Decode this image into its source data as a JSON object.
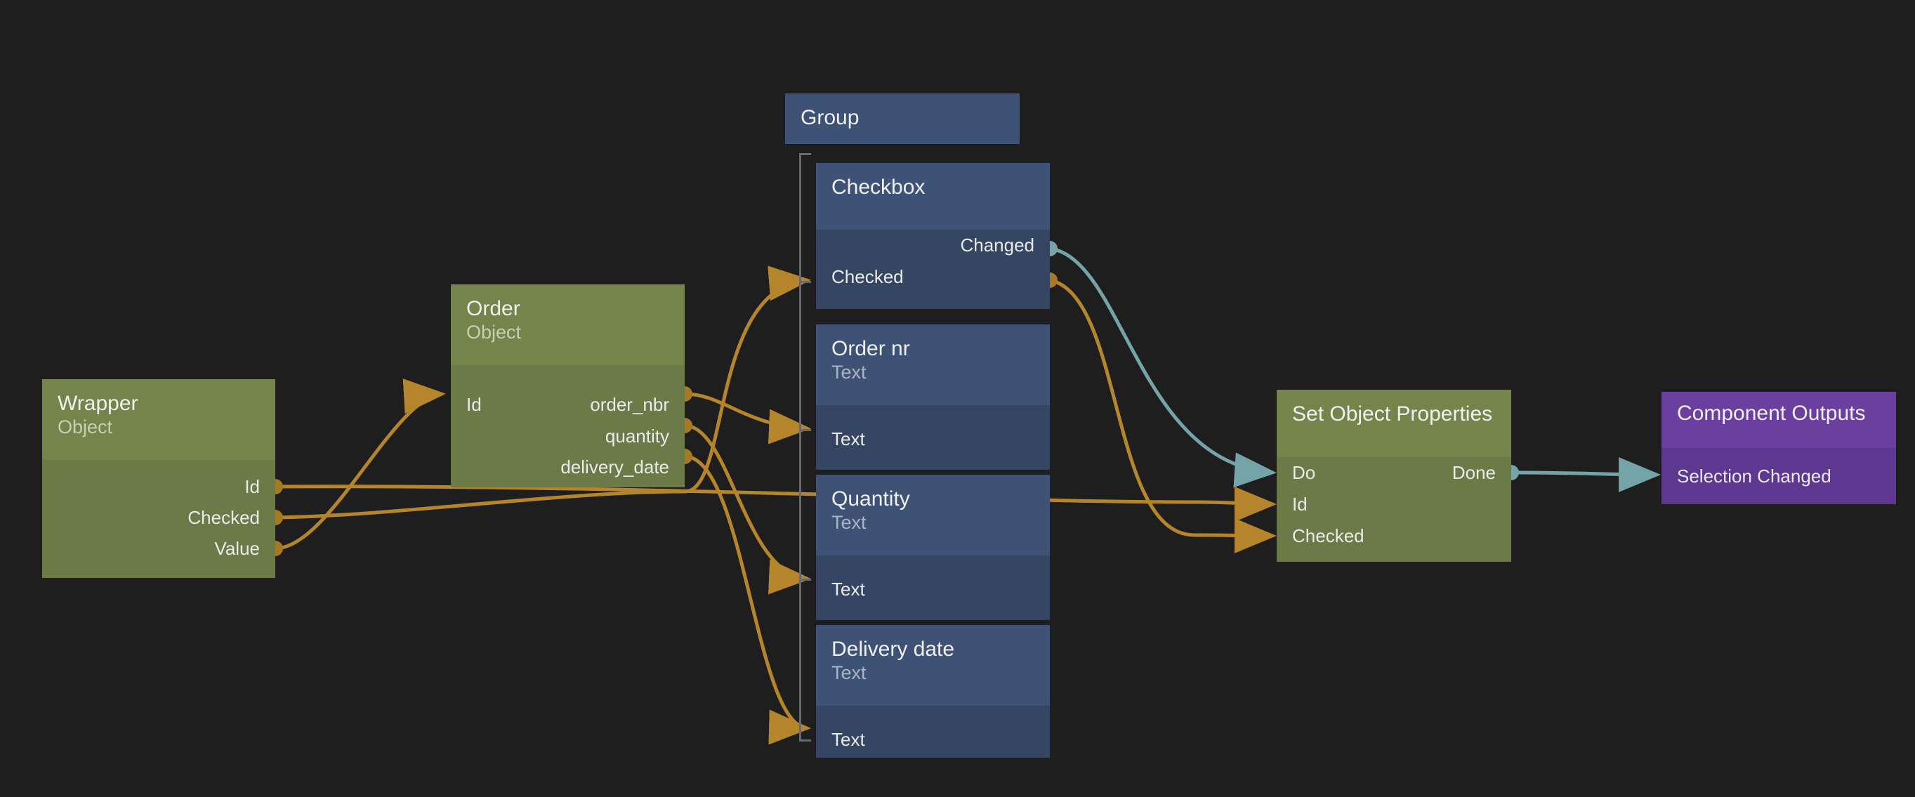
{
  "canvas": {
    "background": "#1e1e1e",
    "wire_color_data": "#b4852a",
    "wire_color_signal": "#74a3a8",
    "group_bracket_color": "#6a6a6a"
  },
  "group": {
    "label": "Group",
    "accent": "#3d5274"
  },
  "nodes": [
    {
      "id": "wrapper",
      "title": "Wrapper",
      "subtitle": "Object",
      "kind": "object",
      "color": "#74844b",
      "inputs": [],
      "outputs": [
        "Id",
        "Checked",
        "Value"
      ]
    },
    {
      "id": "order",
      "title": "Order",
      "subtitle": "Object",
      "kind": "object",
      "color": "#74844b",
      "inputs": [
        "Id"
      ],
      "outputs": [
        "order_nbr",
        "quantity",
        "delivery_date"
      ]
    },
    {
      "id": "checkbox",
      "title": "Checkbox",
      "subtitle": "",
      "kind": "ui",
      "color": "#3d5274",
      "inputs": [
        "Checked"
      ],
      "outputs": [
        "Changed",
        "Checked"
      ]
    },
    {
      "id": "order-nr",
      "title": "Order nr",
      "subtitle": "Text",
      "kind": "ui",
      "color": "#3d5274",
      "inputs": [
        "Text"
      ],
      "outputs": []
    },
    {
      "id": "quantity",
      "title": "Quantity",
      "subtitle": "Text",
      "kind": "ui",
      "color": "#3d5274",
      "inputs": [
        "Text"
      ],
      "outputs": []
    },
    {
      "id": "delivery-date",
      "title": "Delivery date",
      "subtitle": "Text",
      "kind": "ui",
      "color": "#3d5274",
      "inputs": [
        "Text"
      ],
      "outputs": []
    },
    {
      "id": "set-object-properties",
      "title": "Set Object Properties",
      "subtitle": "",
      "kind": "action",
      "color": "#74844b",
      "inputs": [
        "Do",
        "Id",
        "Checked"
      ],
      "outputs": [
        "Done"
      ]
    },
    {
      "id": "component-outputs",
      "title": "Component Outputs",
      "subtitle": "",
      "kind": "outputs",
      "color": "#6b3fa0",
      "inputs": [
        "Selection Changed"
      ],
      "outputs": []
    }
  ],
  "labels": {
    "wrapper_title": "Wrapper",
    "wrapper_subtitle": "Object",
    "wrapper_out_id": "Id",
    "wrapper_out_checked": "Checked",
    "wrapper_out_value": "Value",
    "order_title": "Order",
    "order_subtitle": "Object",
    "order_in_id": "Id",
    "order_out_order_nbr": "order_nbr",
    "order_out_quantity": "quantity",
    "order_out_delivery_date": "delivery_date",
    "group_title": "Group",
    "checkbox_title": "Checkbox",
    "checkbox_out_changed": "Changed",
    "checkbox_in_checked": "Checked",
    "ordernr_title": "Order nr",
    "ordernr_subtitle": "Text",
    "ordernr_in_text": "Text",
    "quantity_title": "Quantity",
    "quantity_subtitle": "Text",
    "quantity_in_text": "Text",
    "delivery_title": "Delivery date",
    "delivery_subtitle": "Text",
    "delivery_in_text": "Text",
    "sop_title": "Set Object Properties",
    "sop_in_do": "Do",
    "sop_in_id": "Id",
    "sop_in_checked": "Checked",
    "sop_out_done": "Done",
    "co_title": "Component Outputs",
    "co_in_selection_changed": "Selection Changed"
  },
  "connections": [
    {
      "from": "wrapper.Value",
      "to": "order.Id",
      "type": "data"
    },
    {
      "from": "wrapper.Id",
      "to": "set-object-properties.Id",
      "type": "data"
    },
    {
      "from": "wrapper.Checked",
      "to": "checkbox.Checked",
      "type": "data"
    },
    {
      "from": "order.order_nbr",
      "to": "order-nr.Text",
      "type": "data"
    },
    {
      "from": "order.quantity",
      "to": "quantity.Text",
      "type": "data"
    },
    {
      "from": "order.delivery_date",
      "to": "delivery-date.Text",
      "type": "data"
    },
    {
      "from": "checkbox.Changed",
      "to": "set-object-properties.Do",
      "type": "signal"
    },
    {
      "from": "checkbox.Checked",
      "to": "set-object-properties.Checked",
      "type": "data"
    },
    {
      "from": "set-object-properties.Done",
      "to": "component-outputs.Selection Changed",
      "type": "signal"
    }
  ]
}
